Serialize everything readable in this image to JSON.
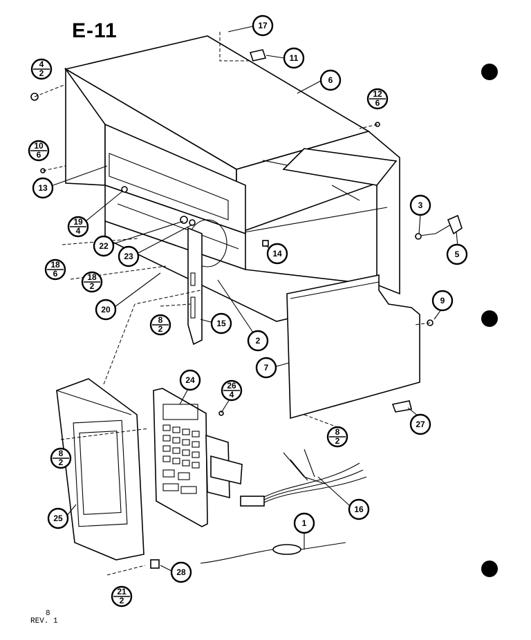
{
  "diagram": {
    "title": "E-11",
    "footer_page": "8",
    "footer_rev": "REV. 1",
    "callouts": [
      {
        "id": "c17",
        "top": "17"
      },
      {
        "id": "c11",
        "top": "11"
      },
      {
        "id": "c6",
        "top": "6"
      },
      {
        "id": "c4-2",
        "top": "4",
        "bottom": "2"
      },
      {
        "id": "c12-6",
        "top": "12",
        "bottom": "6"
      },
      {
        "id": "c10-6",
        "top": "10",
        "bottom": "6"
      },
      {
        "id": "c13",
        "top": "13"
      },
      {
        "id": "c19-4",
        "top": "19",
        "bottom": "4"
      },
      {
        "id": "c22",
        "top": "22"
      },
      {
        "id": "c23",
        "top": "23"
      },
      {
        "id": "c18-6",
        "top": "18",
        "bottom": "6"
      },
      {
        "id": "c18-2",
        "top": "18",
        "bottom": "2"
      },
      {
        "id": "c20",
        "top": "20"
      },
      {
        "id": "c8-2a",
        "top": "8",
        "bottom": "2"
      },
      {
        "id": "c15",
        "top": "15"
      },
      {
        "id": "c2",
        "top": "2"
      },
      {
        "id": "c14",
        "top": "14"
      },
      {
        "id": "c3",
        "top": "3"
      },
      {
        "id": "c5",
        "top": "5"
      },
      {
        "id": "c9",
        "top": "9"
      },
      {
        "id": "c7",
        "top": "7"
      },
      {
        "id": "c27",
        "top": "27"
      },
      {
        "id": "c8-2b",
        "top": "8",
        "bottom": "2"
      },
      {
        "id": "c24",
        "top": "24"
      },
      {
        "id": "c26-4",
        "top": "26",
        "bottom": "4"
      },
      {
        "id": "c8-2c",
        "top": "8",
        "bottom": "2"
      },
      {
        "id": "c16",
        "top": "16"
      },
      {
        "id": "c1",
        "top": "1"
      },
      {
        "id": "c25",
        "top": "25"
      },
      {
        "id": "c28",
        "top": "28"
      },
      {
        "id": "c21-2",
        "top": "21",
        "bottom": "2"
      }
    ]
  }
}
